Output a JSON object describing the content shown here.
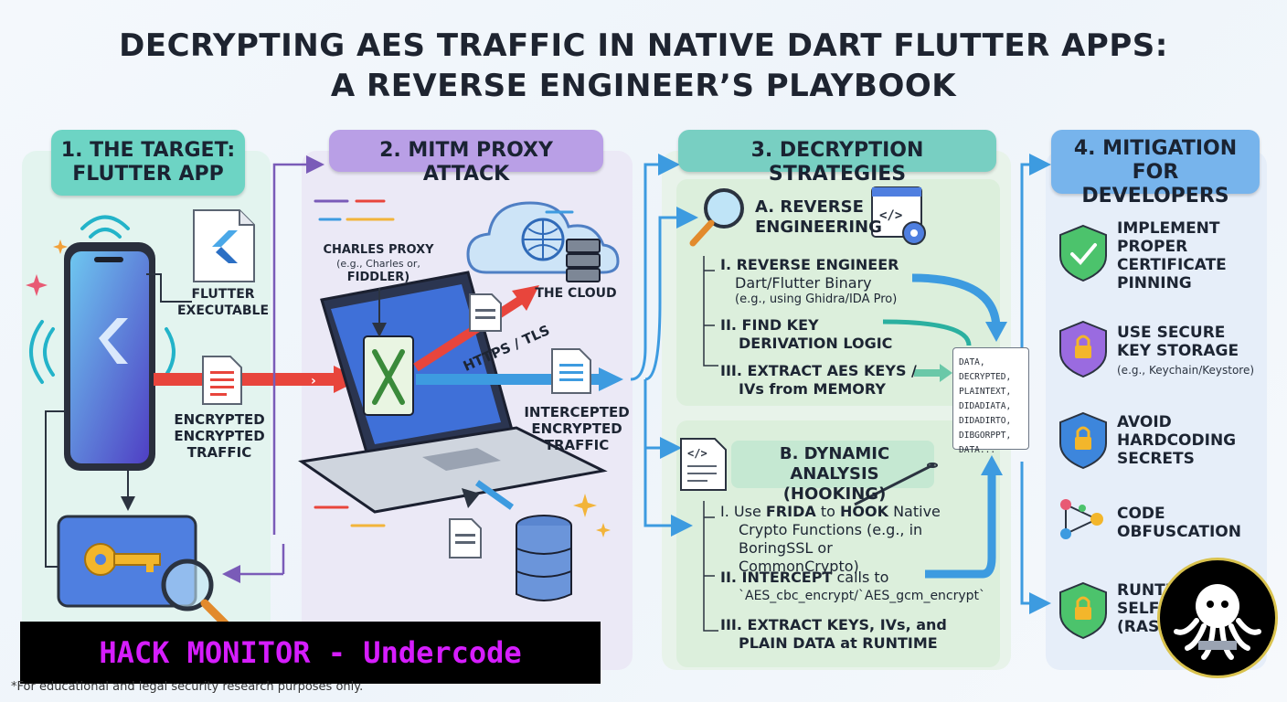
{
  "title": {
    "line1": "DECRYPTING AES TRAFFIC IN NATIVE DART FLUTTER APPS:",
    "line2": "A REVERSE ENGINEER’S PLAYBOOK"
  },
  "panel1": {
    "heading_line1": "1. THE TARGET:",
    "heading_line2": "FLUTTER APP",
    "executable_line1": "FLUTTER",
    "executable_line2": "EXECUTABLE",
    "traffic_line1": "ENCRYPTED",
    "traffic_line2": "ENCRYPTED",
    "traffic_line3": "TRAFFIC"
  },
  "panel2": {
    "heading": "2. MITM PROXY ATTACK",
    "proxy_line1": "CHARLES PROXY",
    "proxy_line2": "(e.g., Charles or,",
    "proxy_line3": "FIDDLER)",
    "cloud": "THE CLOUD",
    "https": "HTTPS / TLS",
    "intercepted_line1": "INTERCEPTED",
    "intercepted_line2": "ENCRYPTED",
    "intercepted_line3": "TRAFFIC"
  },
  "panel3": {
    "heading": "3. DECRYPTION STRATEGIES",
    "secA": {
      "head_line1": "A. REVERSE",
      "head_line2": "ENGINEERING",
      "s1_bold": "I. REVERSE ENGINEER",
      "s1_line2": "Dart/Flutter Binary",
      "s1_sub": "(e.g., using Ghidra/IDA Pro)",
      "s2_line1": "II. FIND KEY",
      "s2_line2": "DERIVATION LOGIC",
      "s3_line1": "III. EXTRACT AES KEYS /",
      "s3_line2": "IVs from MEMORY"
    },
    "secB": {
      "head_line1": "B. DYNAMIC ANALYSIS",
      "head_line2": "(HOOKING)",
      "s1_pre": "I. Use ",
      "s1_b1": "FRIDA",
      "s1_mid": " to ",
      "s1_b2": "HOOK",
      "s1_post": " Native",
      "s1_line2": "Crypto Functions (e.g., in",
      "s1_line3": "BoringSSL or CommonCrypto)",
      "s2_bold": "II. INTERCEPT",
      "s2_post": " calls to",
      "s2_line2": "`AES_cbc_encrypt/`AES_gcm_encrypt`",
      "s3_line1": "III. EXTRACT KEYS, IVs, and",
      "s3_line2": "PLAIN DATA at RUNTIME"
    },
    "doc_lines": [
      "DATA,",
      "DECRYPTED,",
      "PLAINTEXT,",
      "DIDADIATA,",
      "DIDADIRTO,",
      "DIBGORPPT,",
      "DATA..."
    ]
  },
  "panel4": {
    "heading_line1": "4. MITIGATION",
    "heading_line2": "FOR DEVELOPERS",
    "m1": [
      "IMPLEMENT",
      "PROPER",
      "CERTIFICATE",
      "PINNING"
    ],
    "m2": [
      "USE SECURE",
      "KEY STORAGE"
    ],
    "m2_sub": "(e.g., Keychain/Keystore)",
    "m3": [
      "AVOID",
      "HARDCODING",
      "SECRETS"
    ],
    "m4": [
      "CODE",
      "OBFUSCATION"
    ],
    "m5": [
      "RUNTI",
      "SELF-",
      "(RAS"
    ]
  },
  "overlay": {
    "banner": "HACK MONITOR - Undercode",
    "disclaimer": "*For educational and legal security research purposes only."
  },
  "colors": {
    "teal": "#6dd4c4",
    "purple": "#b99fe6",
    "green_teal": "#78cfc2",
    "blue": "#77b4ec",
    "arrow_red": "#e8453c",
    "arrow_blue": "#3d9be0",
    "banner_text": "#d61dff"
  }
}
